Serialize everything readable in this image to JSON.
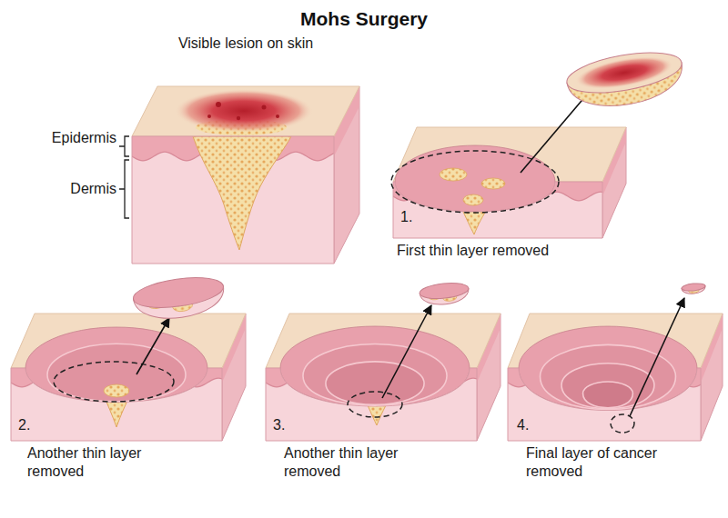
{
  "diagram": {
    "title": "Mohs Surgery",
    "labels": [
      "Visible lesion on skin",
      "Epidermis",
      "Dermis",
      "1.",
      "First thin layer removed",
      "2.",
      "Another thin layer removed",
      "3.",
      "Another thin layer removed",
      "4.",
      "Final layer of cancer removed"
    ]
  }
}
